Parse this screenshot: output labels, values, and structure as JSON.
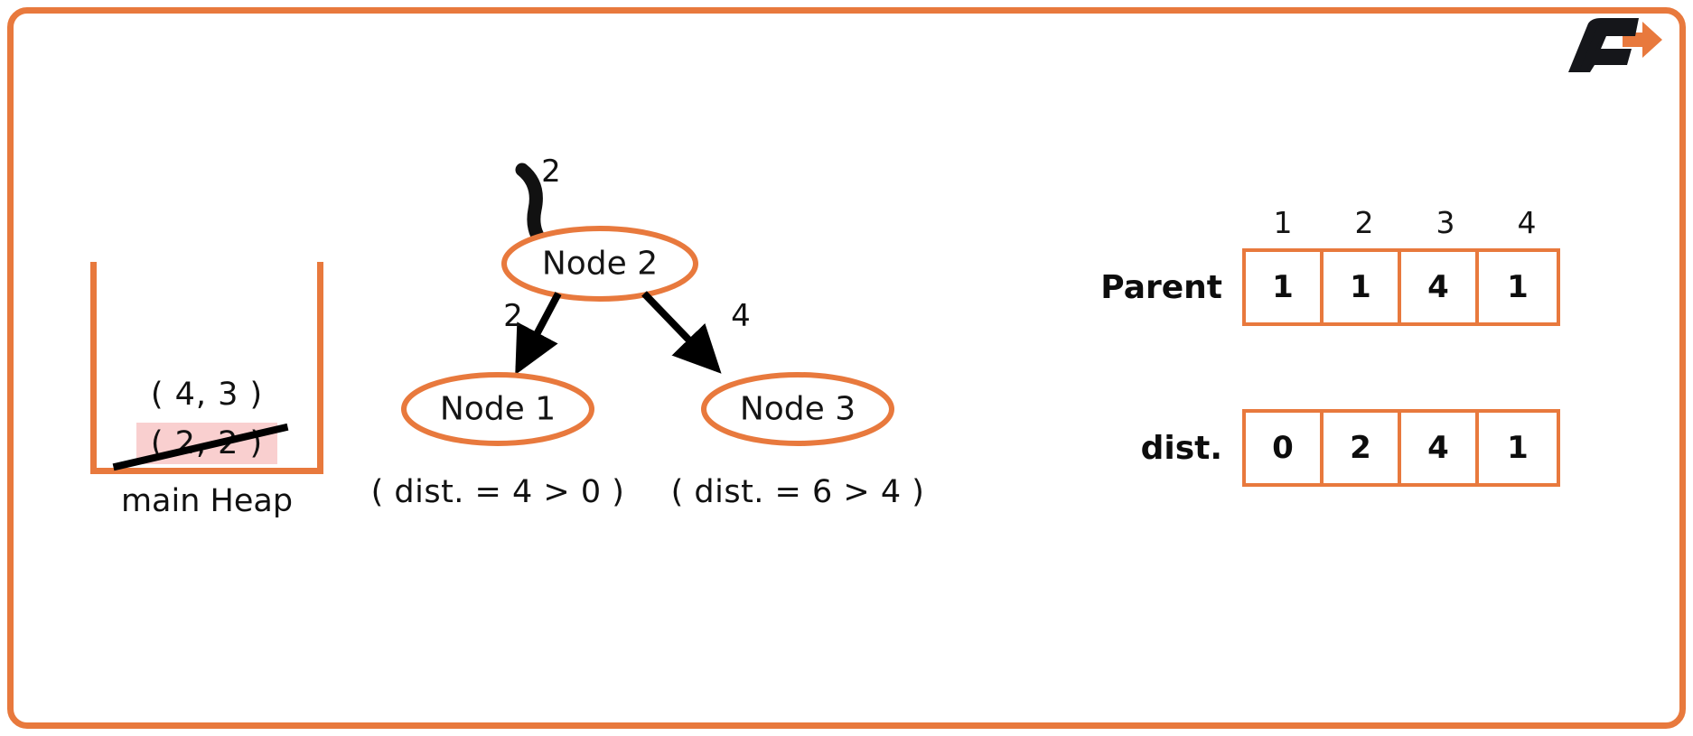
{
  "frame": {
    "border_color": "#E8793D",
    "background": "#FFFFFF"
  },
  "logo": {
    "name": "brand-logo-f-arrow",
    "letter": "F",
    "dark_color": "#15161A",
    "accent_color": "#E8793D"
  },
  "heap": {
    "label": "main Heap",
    "entries": [
      {
        "text": "( 4, 3 )",
        "removed": false,
        "highlight": false
      },
      {
        "text": "( 2, 2 )",
        "removed": true,
        "highlight": true
      }
    ],
    "highlight_color": "#F9CFCF",
    "border_color": "#E8793D"
  },
  "tree": {
    "incoming": {
      "weight": "2"
    },
    "nodes": [
      {
        "id": "node2",
        "label": "Node 2",
        "note": ""
      },
      {
        "id": "node1",
        "label": "Node 1",
        "note": "( dist. = 4 > 0 )"
      },
      {
        "id": "node3",
        "label": "Node 3",
        "note": "( dist. = 6 > 4 )"
      }
    ],
    "edges": [
      {
        "from": "Node 2",
        "to": "Node 1",
        "weight": "2"
      },
      {
        "from": "Node 2",
        "to": "Node 3",
        "weight": "4"
      }
    ],
    "node_border_color": "#E8793D",
    "edge_color": "#000000"
  },
  "arrays": {
    "headers": [
      "1",
      "2",
      "3",
      "4"
    ],
    "rows": [
      {
        "name": "Parent",
        "values": [
          "1",
          "1",
          "4",
          "1"
        ]
      },
      {
        "name": "dist.",
        "values": [
          "0",
          "2",
          "4",
          "1"
        ]
      }
    ],
    "border_color": "#E8793D"
  }
}
